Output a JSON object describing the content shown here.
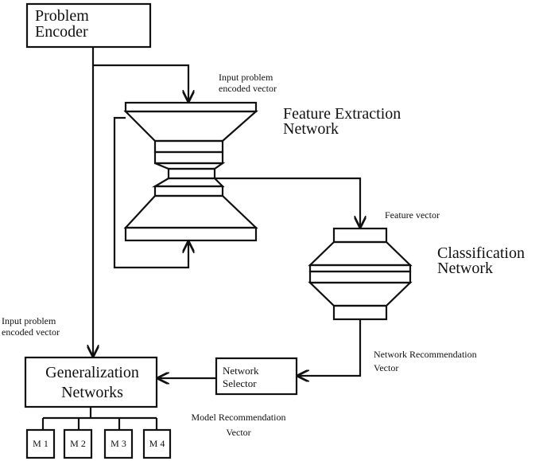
{
  "boxes": {
    "problem_encoder": "Problem\nEncoder",
    "generalization_networks": "Generalization\nNetworks",
    "network_selector": "Network\nSelector"
  },
  "networks": {
    "feature_extraction": "Feature Extraction\nNetwork",
    "classification": "Classification\nNetwork"
  },
  "labels": {
    "input_top": "Input problem\nencoded vector",
    "input_left": "Input problem\nencoded vector",
    "feature_vector": "Feature vector",
    "network_recommendation": "Network Recommendation\nVector",
    "model_recommendation": "Model Recommendation\nVector"
  },
  "models": [
    "M 1",
    "M 2",
    "M 3",
    "M 4"
  ]
}
